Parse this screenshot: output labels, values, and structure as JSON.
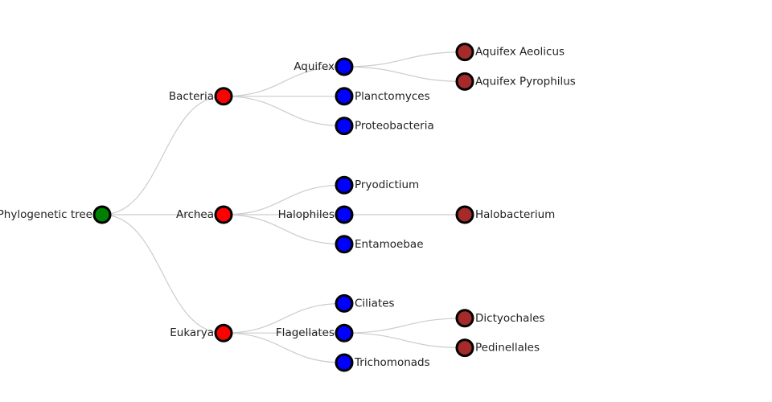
{
  "diagram": {
    "type": "tree",
    "colors": {
      "root": "#008000",
      "level1": "#ff0000",
      "level2": "#0000ff",
      "level3": "#a52a2a",
      "link": "#cccccc",
      "node_stroke": "#000000"
    },
    "root": {
      "name": "Phylogenetic tree",
      "children": [
        {
          "name": "Bacteria",
          "children": [
            {
              "name": "Aquifex",
              "children": [
                {
                  "name": "Aquifex Aeolicus"
                },
                {
                  "name": "Aquifex Pyrophilus"
                }
              ]
            },
            {
              "name": "Planctomyces"
            },
            {
              "name": "Proteobacteria"
            }
          ]
        },
        {
          "name": "Archea",
          "children": [
            {
              "name": "Pryodictium"
            },
            {
              "name": "Halophiles",
              "children": [
                {
                  "name": "Halobacterium"
                }
              ]
            },
            {
              "name": "Entamoebae"
            }
          ]
        },
        {
          "name": "Eukarya",
          "children": [
            {
              "name": "Ciliates"
            },
            {
              "name": "Flagellates",
              "children": [
                {
                  "name": "Dictyochales"
                },
                {
                  "name": "Pedinellales"
                }
              ]
            },
            {
              "name": "Trichomonads"
            }
          ]
        }
      ]
    }
  }
}
